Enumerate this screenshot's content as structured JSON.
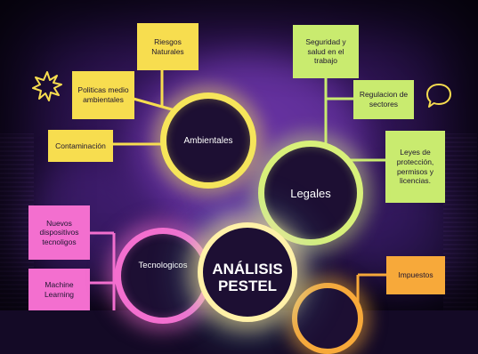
{
  "title": "ANÁLISIS\nPESTEL",
  "hubs": {
    "ambientales": "Ambientales",
    "legales": "Legales",
    "tecnologicos": "Tecnologicos"
  },
  "ambientales_items": [
    "Riesgos\nNaturales",
    "Politicas medio\nambientales",
    "Contaminación"
  ],
  "legales_items": [
    "Seguridad y\nsalud en el\ntrabajo",
    "Regulacion de\nsectores",
    "Leyes de\nprotección,\npermisos y\nlicencias."
  ],
  "tecnologicos_items": [
    "Nuevos\ndispositivos\ntecnoligos",
    "Machine\nLearning"
  ],
  "economicos_items": [
    "Impuestos"
  ],
  "colors": {
    "yellow": "#f7dd4f",
    "green": "#c9eb6f",
    "pink": "#f36fcf",
    "orange": "#f7a93a",
    "background": "#2a1246"
  },
  "icons": [
    "starburst-icon",
    "speech-bubble-icon"
  ]
}
